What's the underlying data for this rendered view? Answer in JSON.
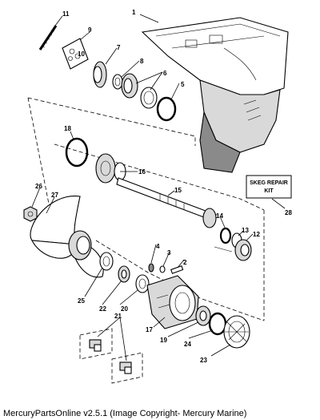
{
  "diagram": {
    "callouts": [
      "1",
      "2",
      "3",
      "4",
      "5",
      "6",
      "7",
      "8",
      "9",
      "10",
      "11",
      "12",
      "13",
      "14",
      "15",
      "16",
      "17",
      "18",
      "19",
      "20",
      "21",
      "22",
      "23",
      "24",
      "25",
      "26",
      "27",
      "28"
    ],
    "kit_label_line1": "SKEG REPAIR",
    "kit_label_line2": "KIT"
  },
  "footer": {
    "text": "MercuryPartsOnline v2.5.1 (Image Copyright- Mercury Marine)"
  }
}
